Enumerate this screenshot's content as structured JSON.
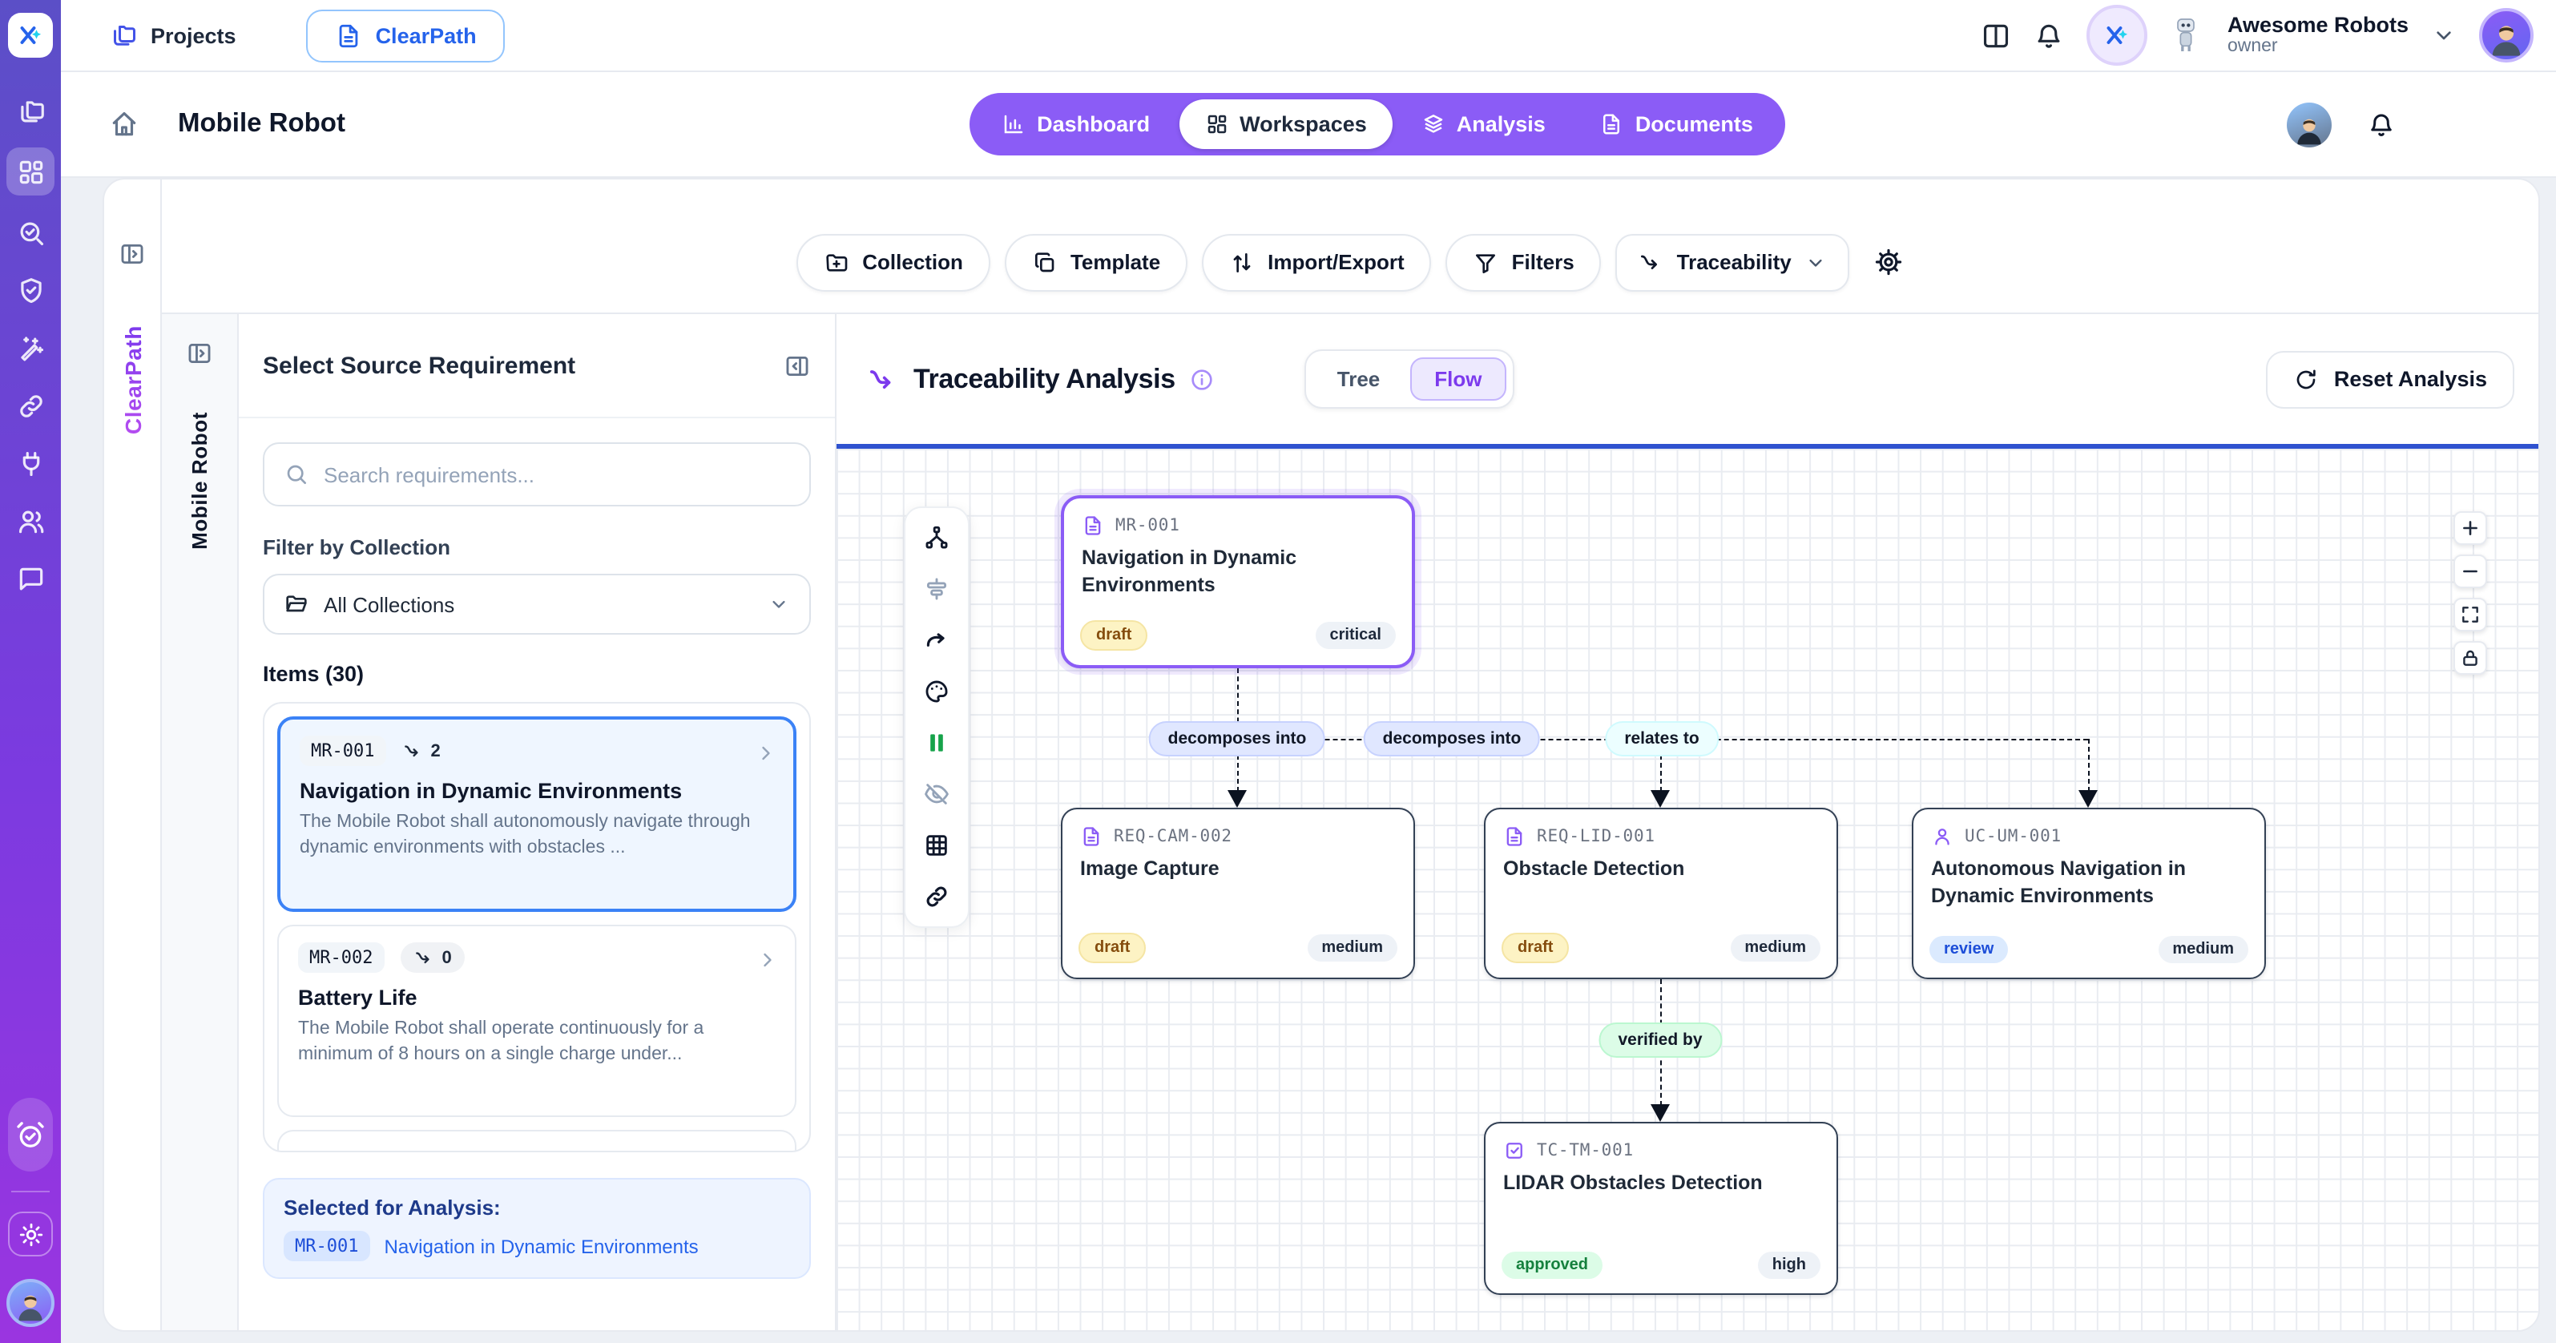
{
  "topbar": {
    "projects_label": "Projects",
    "project_switcher": "ClearPath",
    "org": {
      "name": "Awesome Robots",
      "role": "owner"
    }
  },
  "project_header": {
    "title": "Mobile Robot",
    "tabs": [
      {
        "label": "Dashboard",
        "active": false
      },
      {
        "label": "Workspaces",
        "active": true
      },
      {
        "label": "Analysis",
        "active": false
      },
      {
        "label": "Documents",
        "active": false
      }
    ]
  },
  "workspace_toolbar": {
    "collection": "Collection",
    "template": "Template",
    "import_export": "Import/Export",
    "filters": "Filters",
    "view_select": "Traceability"
  },
  "vertical_tabs": {
    "app": "ClearPath",
    "workspace": "Mobile Robot"
  },
  "nav_rail": {
    "icons": [
      "folders",
      "workspaces",
      "search-check",
      "shield-check",
      "magic-wand",
      "link",
      "plug",
      "users",
      "chat"
    ],
    "active_icon": "workspaces",
    "footer_icons": [
      "alarm-check",
      "theme-sun",
      "user-avatar"
    ]
  },
  "source_panel": {
    "title": "Select Source Requirement",
    "search_placeholder": "Search requirements...",
    "filter_label": "Filter by Collection",
    "collection_filter": "All Collections",
    "items_label": "Items (30)",
    "items": [
      {
        "id": "MR-001",
        "link_count": "2",
        "title": "Navigation in Dynamic Environments",
        "description": "The Mobile Robot shall autonomously navigate through dynamic environments with obstacles ...",
        "selected": true
      },
      {
        "id": "MR-002",
        "link_count": "0",
        "title": "Battery Life",
        "description": "The Mobile Robot shall operate continuously for a minimum of 8 hours on a single charge under...",
        "selected": false
      }
    ],
    "selection_summary": {
      "label": "Selected for Analysis:",
      "id": "MR-001",
      "title": "Navigation in Dynamic Environments"
    }
  },
  "analysis": {
    "title": "Traceability Analysis",
    "view_modes": [
      {
        "label": "Tree",
        "active": false
      },
      {
        "label": "Flow",
        "active": true
      }
    ],
    "reset_label": "Reset Analysis"
  },
  "flow": {
    "toolbar_icons": [
      "hierarchy",
      "align-horizontal",
      "curved-arrow",
      "palette",
      "pause",
      "eye-off",
      "grid",
      "link"
    ],
    "control_icons": [
      "zoom-in",
      "zoom-out",
      "fit-view",
      "lock"
    ],
    "nodes": [
      {
        "id": "MR-001",
        "title": "Navigation in Dynamic Environments",
        "status": "draft",
        "priority": "critical",
        "kind": "requirement",
        "selected": true
      },
      {
        "id": "REQ-CAM-002",
        "title": "Image Capture",
        "status": "draft",
        "priority": "medium",
        "kind": "requirement",
        "selected": false
      },
      {
        "id": "REQ-LID-001",
        "title": "Obstacle Detection",
        "status": "draft",
        "priority": "medium",
        "kind": "requirement",
        "selected": false
      },
      {
        "id": "UC-UM-001",
        "title": "Autonomous Navigation in Dynamic Environments",
        "status": "review",
        "priority": "medium",
        "kind": "use-case",
        "selected": false
      },
      {
        "id": "TC-TM-001",
        "title": "LIDAR Obstacles Detection",
        "status": "approved",
        "priority": "high",
        "kind": "test-case",
        "selected": false
      }
    ],
    "edges": [
      {
        "label": "decomposes into",
        "from": "MR-001",
        "to": "REQ-CAM-002"
      },
      {
        "label": "decomposes into",
        "from": "MR-001",
        "to": "REQ-LID-001"
      },
      {
        "label": "relates to",
        "from": "MR-001",
        "to": "UC-UM-001"
      },
      {
        "label": "verified by",
        "from": "REQ-LID-001",
        "to": "TC-TM-001"
      }
    ]
  },
  "colors": {
    "rail_gradient_top": "#5b4fc7",
    "rail_gradient_bottom": "#9a35e0",
    "accent_purple": "#8b5cf6",
    "selection_blue": "#3b82f6",
    "analysis_underline": "#2f52cf",
    "status_draft_bg": "#fdf3c4",
    "status_review_bg": "#dbeafe",
    "status_approved_bg": "#dcfce7",
    "edge_decomposes_bg": "#e0e7ff",
    "edge_relates_bg": "#ecfeff",
    "edge_verified_bg": "#dcfce7"
  }
}
